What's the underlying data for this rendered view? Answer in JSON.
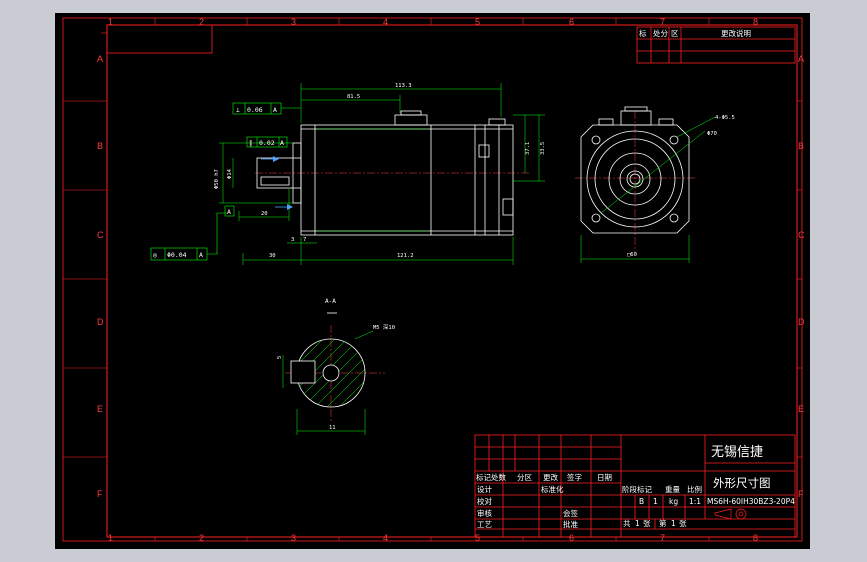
{
  "colors": {
    "window_bg": "#c9ccd3",
    "canvas": "#000000",
    "frame": "#ff2020",
    "outline": "#ffffff",
    "dimension": "#00ff00",
    "hatch": "#00ff00",
    "center_line": "#ff4040",
    "leader": "#4aa3ff"
  },
  "grid": {
    "columns": [
      "1",
      "2",
      "3",
      "4",
      "5",
      "6",
      "7",
      "8"
    ],
    "rows": [
      "A",
      "B",
      "C",
      "D",
      "E",
      "F"
    ]
  },
  "revision_block": {
    "labels": [
      "标",
      "处分",
      "区",
      "更改说明"
    ]
  },
  "title_block": {
    "company": "无锡信捷",
    "drawing_title": "外形尺寸图",
    "model": "MS6H-60IH30BZ3-20P4",
    "header_row": [
      "标记",
      "处数",
      "分区",
      "更改",
      "签字",
      "日期"
    ],
    "labels": {
      "design": "设计",
      "check": "校对",
      "review": "审核",
      "process": "工艺",
      "standardize": "标准化",
      "countersign": "会签",
      "approve": "批准",
      "stage_mark": "阶段标记",
      "weight": "重量",
      "scale": "比例",
      "total": "共",
      "sheets": "张",
      "sheet_no": "第",
      "sheet": "张"
    },
    "values": {
      "stage_b": "B",
      "stage_1": "1",
      "weight": "kg",
      "scale": "1:1",
      "total_sheets": "1",
      "sheet_number": "1"
    }
  },
  "dimensions": {
    "overall_length": "113.3",
    "body_length": "81.5",
    "base_length": "121.2",
    "shaft_length": "30",
    "shaft_fit": "20",
    "flange_thickness": "3",
    "key_width": "7",
    "height_a": "37.1",
    "height_b": "33.5",
    "shaft_dia": "Φ14",
    "pilot_dia": "Φ50 h7",
    "side_width": "□60",
    "pcd": "Φ70",
    "hole_dia": "4-Φ5.5",
    "section_width": "11",
    "section_height": "5",
    "key_label": "M5 深10"
  },
  "gdt": {
    "perpendicularity": [
      "⊥",
      "0.06",
      "A"
    ],
    "flatness": [
      "∥",
      "0.02",
      "A"
    ],
    "concentricity": [
      "◎",
      "Φ0.04",
      "A"
    ],
    "datum": "A"
  },
  "section_label": "A-A",
  "section_mark": "A"
}
